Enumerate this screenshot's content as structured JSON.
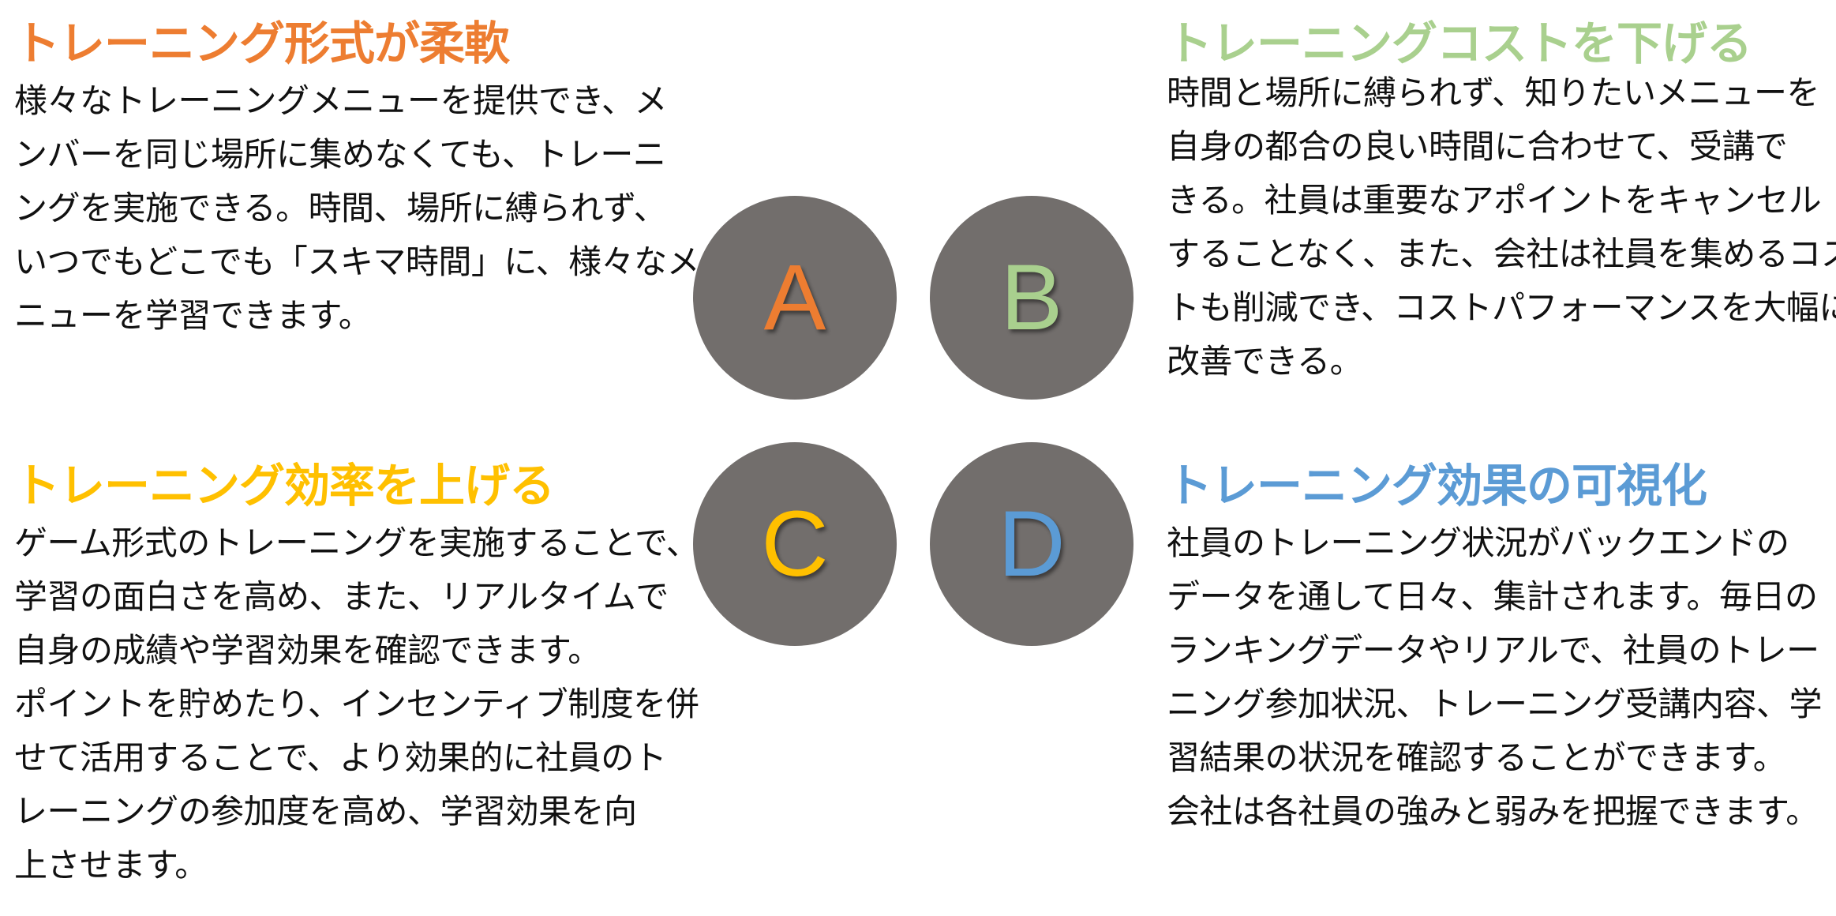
{
  "colors": {
    "a": "#ed7d31",
    "b": "#a9d08e",
    "c": "#ffc000",
    "d": "#5b9bd5",
    "circle": "#726e6c"
  },
  "circles": [
    {
      "letter": "A"
    },
    {
      "letter": "B"
    },
    {
      "letter": "C"
    },
    {
      "letter": "D"
    }
  ],
  "blocks": {
    "a": {
      "title": "トレーニング形式が柔軟",
      "lines": [
        "様々なトレーニングメニューを提供でき、メ",
        "ンバーを同じ場所に集めなくても、トレーニ",
        "ングを実施できる。時間、場所に縛られず、",
        "いつでもどこでも「スキマ時間」に、様々なメ",
        "ニューを学習できます。"
      ]
    },
    "b": {
      "title": "トレーニングコストを下げる",
      "lines": [
        "時間と場所に縛られず、知りたいメニューを",
        "自身の都合の良い時間に合わせて、受講で",
        "きる。社員は重要なアポイントをキャンセル",
        "することなく、また、会社は社員を集めるコス",
        "トも削減でき、コストパフォーマンスを大幅に",
        "改善できる。"
      ]
    },
    "c": {
      "title": "トレーニング効率を上げる",
      "lines": [
        "ゲーム形式のトレーニングを実施することで、",
        "学習の面白さを高め、また、リアルタイムで",
        "自身の成績や学習効果を確認できます。",
        "ポイントを貯めたり、インセンティブ制度を併",
        "せて活用することで、より効果的に社員のト",
        "レーニングの参加度を高め、学習効果を向",
        "上させます。"
      ]
    },
    "d": {
      "title": "トレーニング効果の可視化",
      "lines": [
        "社員のトレーニング状況がバックエンドの",
        "データを通して日々、集計されます。毎日の",
        "ランキングデータやリアルで、社員のトレー",
        "ニング参加状況、トレーニング受講内容、学",
        "習結果の状況を確認することができます。",
        "会社は各社員の強みと弱みを把握できます。"
      ]
    }
  }
}
